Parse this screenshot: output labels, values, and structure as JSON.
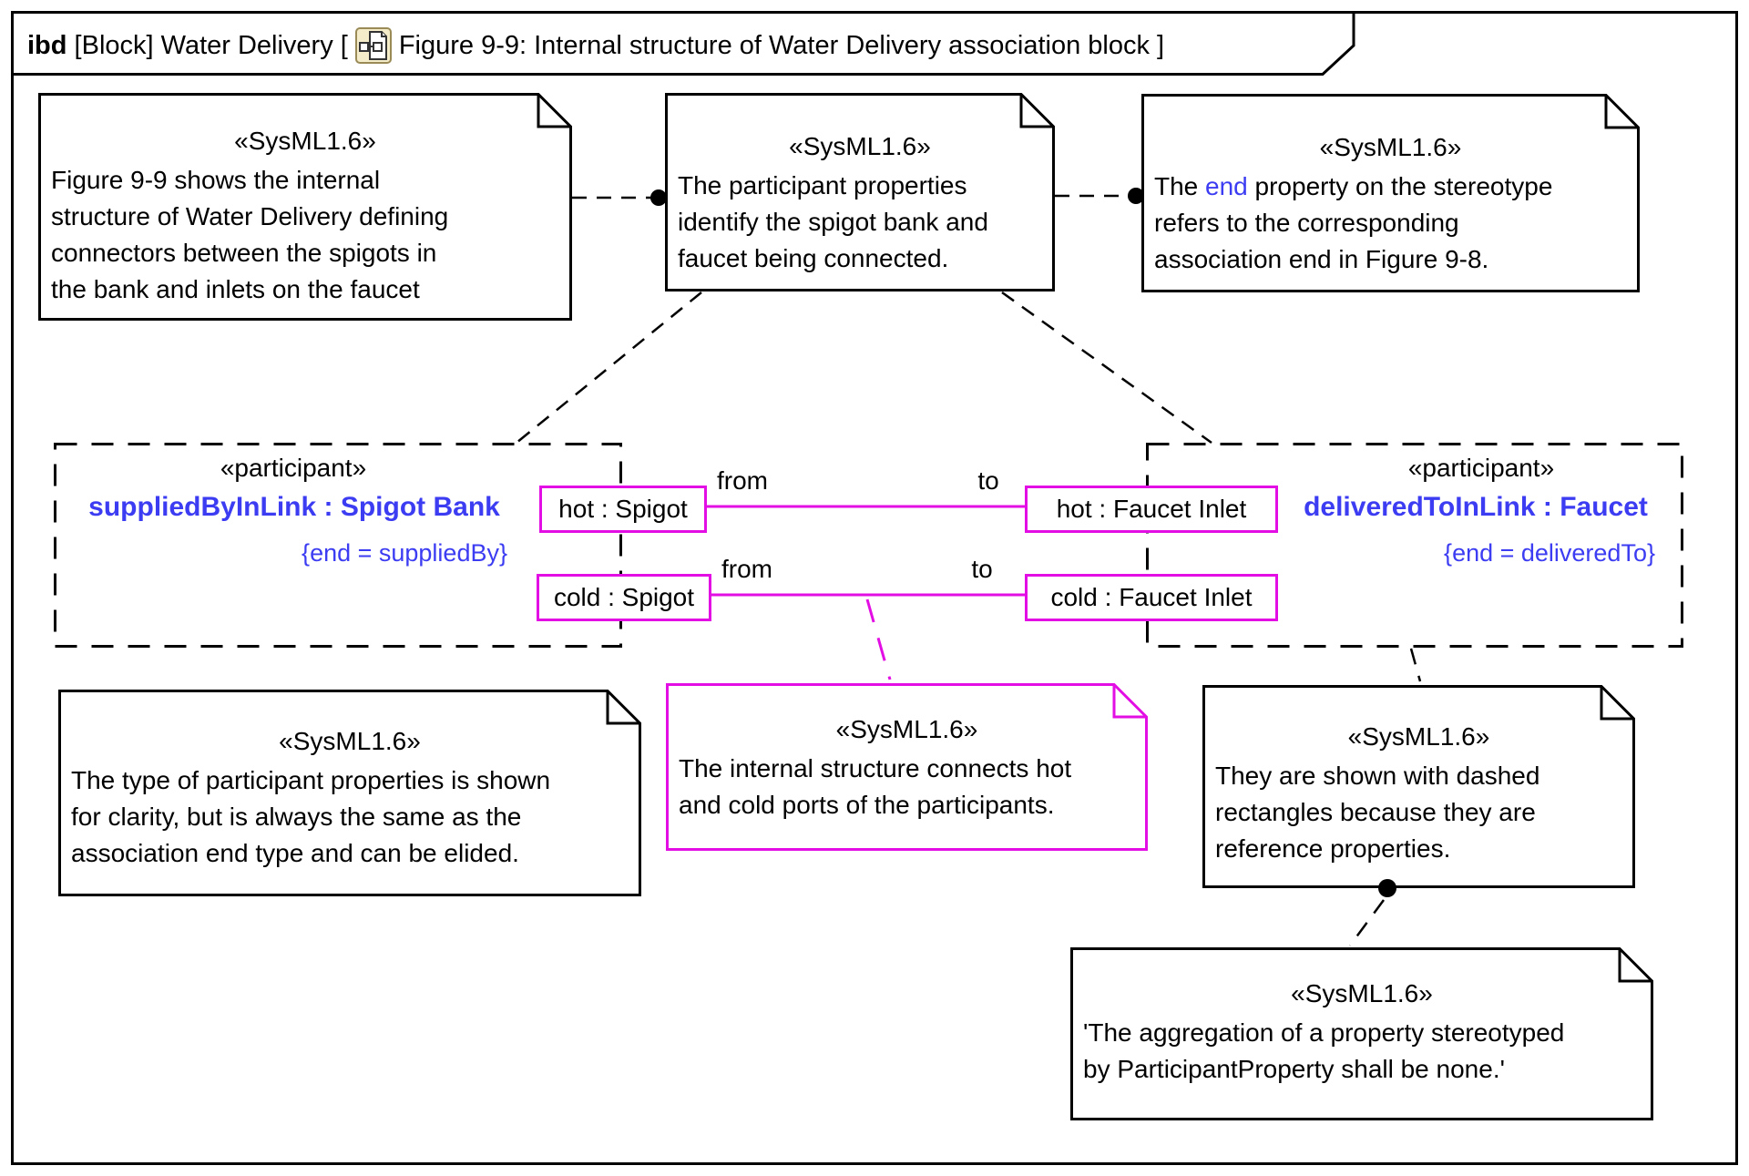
{
  "frame": {
    "title": {
      "keyword": "ibd",
      "context": " [Block] Water Delivery [",
      "icon": "ibd-diagram-icon",
      "figure": "Figure 9-9: Internal structure of Water Delivery association block ]"
    }
  },
  "colors": {
    "magenta": "#E30EE3",
    "blue": "#3C3CF2",
    "icon_bg": "#F5EDC9",
    "icon_border": "#9A8A55"
  },
  "notes": {
    "fig99": {
      "stereotype": "«SysML1.6»",
      "body": "Figure 9-9 shows the internal\nstructure of Water Delivery defining\nconnectors between the spigots in\nthe bank and inlets on the faucet"
    },
    "participant_note": {
      "stereotype": "«SysML1.6»",
      "body": "The participant properties\nidentify the spigot bank and\nfaucet being connected."
    },
    "end_note": {
      "stereotype": "«SysML1.6»",
      "prefix": "The ",
      "keyword": "end",
      "suffix": " property on the stereotype\nrefers to the corresponding\nassociation end in Figure 9-8."
    },
    "type_note": {
      "stereotype": "«SysML1.6»",
      "body": "The type of participant properties is shown\nfor clarity, but is always the same as the\nassociation end type and can be elided."
    },
    "internal_note": {
      "stereotype": "«SysML1.6»",
      "body": "The internal structure connects hot\nand cold ports of the participants."
    },
    "dashed_note": {
      "stereotype": "«SysML1.6»",
      "body": "They are shown with dashed\nrectangles because they are\nreference properties."
    },
    "aggregation_note": {
      "stereotype": "«SysML1.6»",
      "body": "'The aggregation of a property stereotyped\nby ParticipantProperty shall be none.'"
    }
  },
  "participants": {
    "supplied": {
      "stereotype": "«participant»",
      "name": "suppliedByInLink : Spigot Bank",
      "constraint": "{end = suppliedBy}"
    },
    "delivered": {
      "stereotype": "«participant»",
      "name": "deliveredToInLink : Faucet",
      "constraint": "{end = deliveredTo}"
    }
  },
  "ports": {
    "hot_spigot": "hot : Spigot",
    "cold_spigot": "cold : Spigot",
    "hot_inlet": "hot : Faucet Inlet",
    "cold_inlet": "cold : Faucet Inlet"
  },
  "flow_labels": {
    "from": "from",
    "to": "to"
  }
}
